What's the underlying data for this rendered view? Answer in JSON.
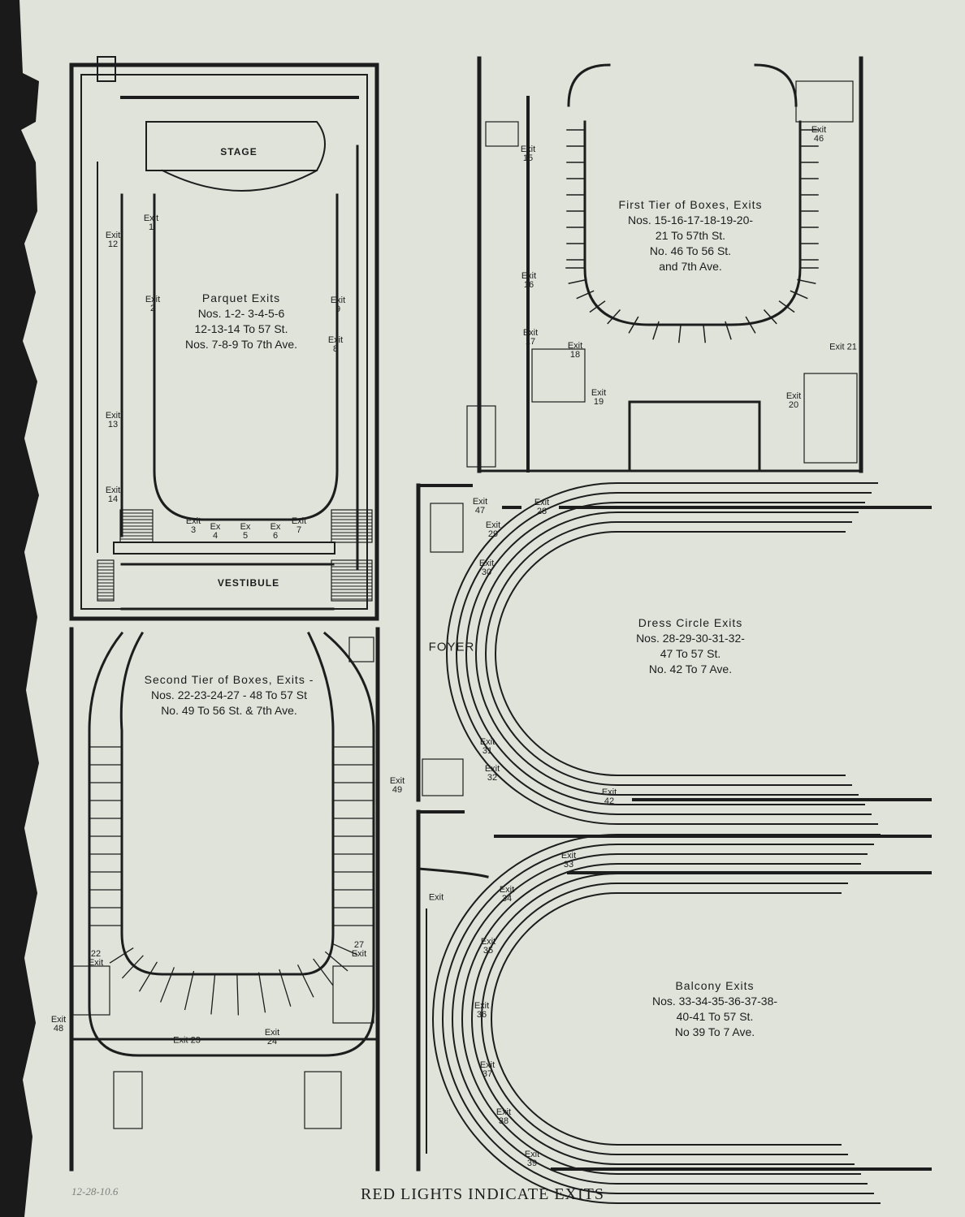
{
  "footer": "RED LIGHTS INDICATE EXITS",
  "pencil_note": "12-28-10.6",
  "colors": {
    "paper": "#dfe3da",
    "ink": "#1d1d1d",
    "pencil": "#7d7f7a"
  },
  "parquet": {
    "stage": "STAGE",
    "vestibule": "VESTIBULE",
    "caption": {
      "head": "Parquet Exits",
      "line1": "Nos. 1-2- 3-4-5-6",
      "line2": "12-13-14 To 57 St.",
      "line3": "Nos. 7-8-9 To 7th Ave."
    },
    "exits": [
      {
        "label": "Exit",
        "num": "1"
      },
      {
        "label": "Exit",
        "num": "2"
      },
      {
        "label": "Exit",
        "num": "3"
      },
      {
        "label": "Ex",
        "num": "4"
      },
      {
        "label": "Ex",
        "num": "5"
      },
      {
        "label": "Ex",
        "num": "6"
      },
      {
        "label": "Exit",
        "num": "7"
      },
      {
        "label": "Exit",
        "num": "8"
      },
      {
        "label": "Exit",
        "num": "9"
      },
      {
        "label": "Exit",
        "num": "12"
      },
      {
        "label": "Exit",
        "num": "13"
      },
      {
        "label": "Exit",
        "num": "14"
      }
    ]
  },
  "first_tier": {
    "caption": {
      "head": "First Tier of Boxes, Exits",
      "line1": "Nos. 15-16-17-18-19-20-",
      "line2": "21 To 57th St.",
      "line3": "No. 46 To 56 St.",
      "line4": "and 7th Ave."
    },
    "exits": [
      {
        "label": "Exit",
        "num": "15"
      },
      {
        "label": "Exit",
        "num": "16"
      },
      {
        "label": "Exit",
        "num": "17"
      },
      {
        "label": "Exit",
        "num": "18"
      },
      {
        "label": "Exit",
        "num": "19"
      },
      {
        "label": "Exit",
        "num": "20"
      },
      {
        "label": "Exit",
        "num": "21"
      },
      {
        "label": "Exit",
        "num": "46"
      }
    ]
  },
  "second_tier": {
    "caption": {
      "head": "Second Tier of Boxes, Exits -",
      "line1": "Nos. 22-23-24-27 - 48 To 57 St",
      "line2": "No. 49 To 56 St. & 7th Ave."
    },
    "exits": [
      {
        "label": "Exit",
        "num": "22"
      },
      {
        "label": "Exit",
        "num": "23"
      },
      {
        "label": "Exit",
        "num": "24"
      },
      {
        "label": "Exit",
        "num": "27"
      },
      {
        "label": "Exit",
        "num": "48"
      },
      {
        "label": "Exit",
        "num": "49"
      }
    ]
  },
  "dress_circle": {
    "foyer": "FOYER",
    "caption": {
      "head": "Dress Circle Exits",
      "line1": "Nos. 28-29-30-31-32-",
      "line2": "47 To 57 St.",
      "line3": "No. 42 To 7 Ave."
    },
    "exits": [
      {
        "label": "Exit",
        "num": "47"
      },
      {
        "label": "Exit",
        "num": "28"
      },
      {
        "label": "Exit",
        "num": "29"
      },
      {
        "label": "Exit",
        "num": "30"
      },
      {
        "label": "Exit",
        "num": "31"
      },
      {
        "label": "Exit",
        "num": "32"
      },
      {
        "label": "Exit",
        "num": "42"
      }
    ]
  },
  "balcony": {
    "caption": {
      "head": "Balcony Exits",
      "line1": "Nos. 33-34-35-36-37-38-",
      "line2": "40-41 To 57 St.",
      "line3": "No 39 To 7 Ave."
    },
    "exits": [
      {
        "label": "Exit",
        "num": "33"
      },
      {
        "label": "Exit",
        "num": ""
      },
      {
        "label": "Exit",
        "num": "34"
      },
      {
        "label": "Exit",
        "num": "35"
      },
      {
        "label": "Exit",
        "num": "36"
      },
      {
        "label": "Exit",
        "num": "37"
      },
      {
        "label": "Exit",
        "num": "38"
      },
      {
        "label": "Exit",
        "num": "39"
      }
    ]
  }
}
